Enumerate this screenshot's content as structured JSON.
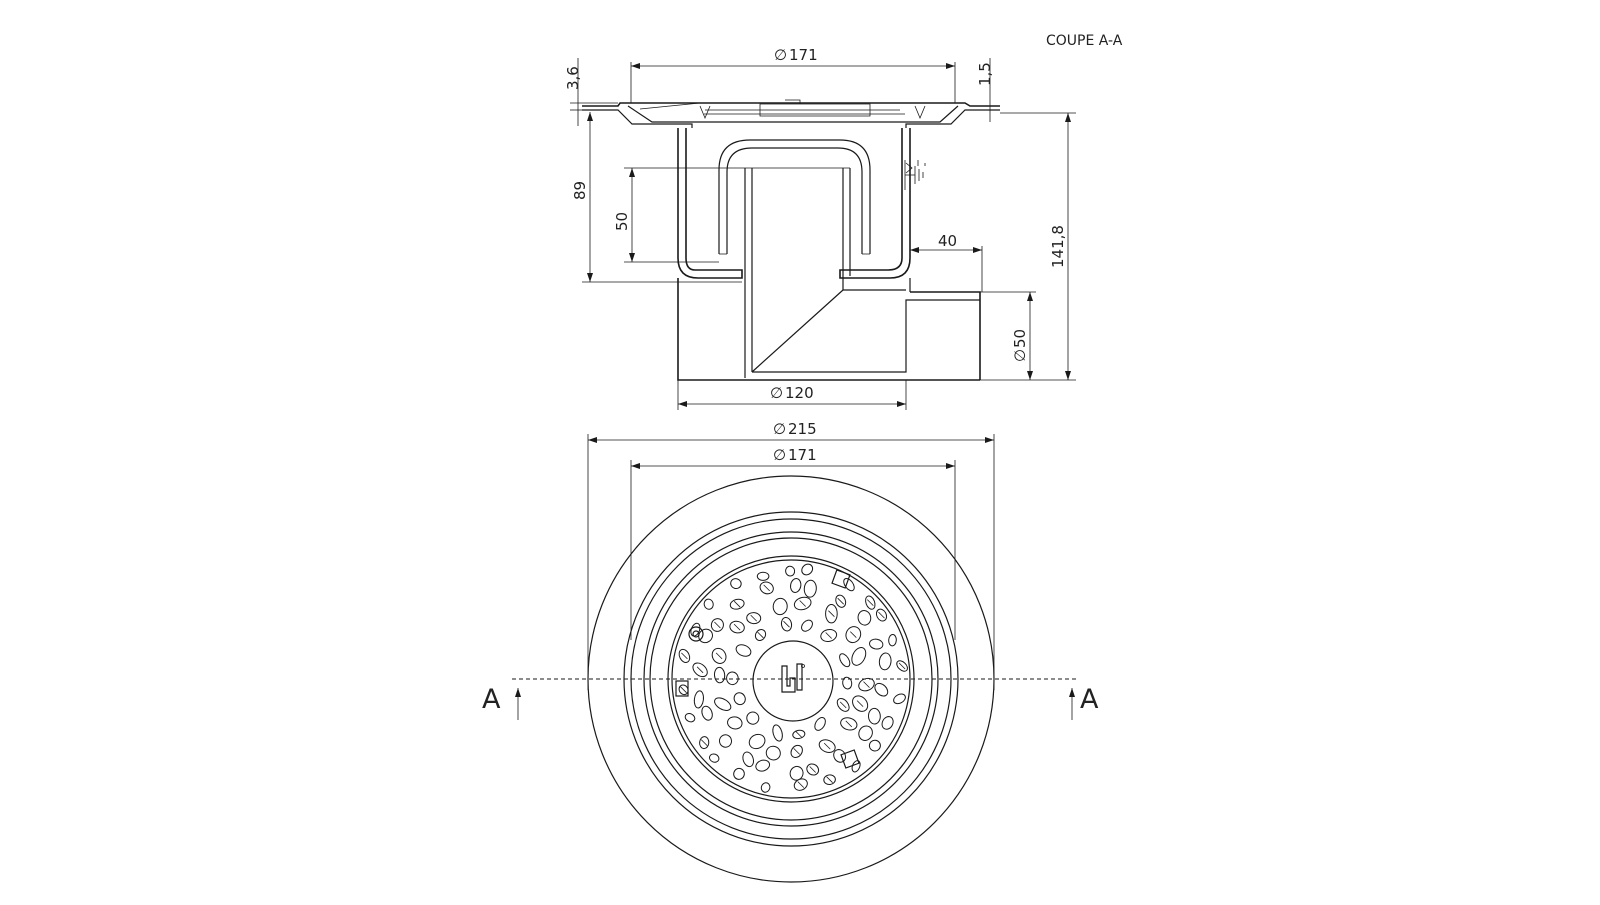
{
  "title": "COUPE A-A",
  "section_view": {
    "dims": {
      "diameter_top": "171",
      "thickness_left": "3,6",
      "thickness_right": "1,5",
      "height_inner": "89",
      "height_trap": "50",
      "outlet_offset": "40",
      "outlet_diameter": "50",
      "total_height": "141,8",
      "body_diameter": "120"
    }
  },
  "plan_view": {
    "dims": {
      "diameter_outer": "215",
      "diameter_inner": "171"
    },
    "section_marker_left": "A",
    "section_marker_right": "A"
  },
  "symbols": {
    "diameter": "∅",
    "earth_icon": "earth-ground-icon",
    "logo_icon": "grate-logo-icon"
  }
}
